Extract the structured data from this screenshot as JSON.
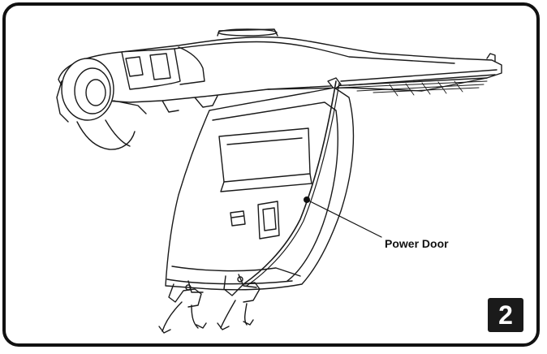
{
  "diagram": {
    "callout": {
      "label": "Power Door",
      "target": "power-door"
    },
    "step_number": "2"
  }
}
